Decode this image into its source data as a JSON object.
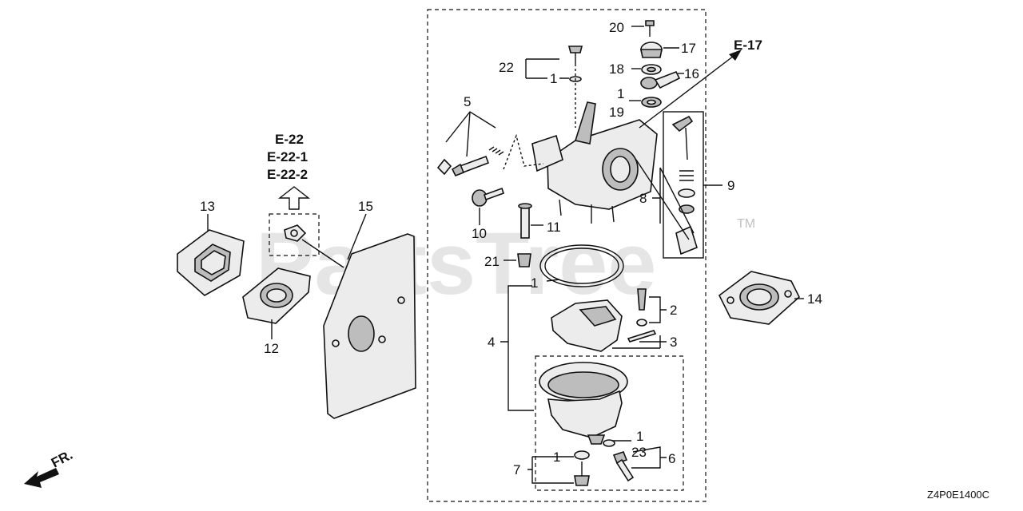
{
  "watermark": "PartsTree",
  "trademark": "TM",
  "diagram_code": "Z4P0E1400C",
  "direction_label": "FR.",
  "references": {
    "e17": "E-17",
    "e22": "E-22",
    "e22_1": "E-22-1",
    "e22_2": "E-22-2"
  },
  "callouts": [
    {
      "id": "c1a",
      "text": "1"
    },
    {
      "id": "c1b",
      "text": "1"
    },
    {
      "id": "c1c",
      "text": "1"
    },
    {
      "id": "c1d",
      "text": "1"
    },
    {
      "id": "c1e",
      "text": "1"
    },
    {
      "id": "c2",
      "text": "2"
    },
    {
      "id": "c3",
      "text": "3"
    },
    {
      "id": "c4",
      "text": "4"
    },
    {
      "id": "c5",
      "text": "5"
    },
    {
      "id": "c6",
      "text": "6"
    },
    {
      "id": "c7",
      "text": "7"
    },
    {
      "id": "c8",
      "text": "8"
    },
    {
      "id": "c9",
      "text": "9"
    },
    {
      "id": "c10",
      "text": "10"
    },
    {
      "id": "c11",
      "text": "11"
    },
    {
      "id": "c12",
      "text": "12"
    },
    {
      "id": "c13",
      "text": "13"
    },
    {
      "id": "c14",
      "text": "14"
    },
    {
      "id": "c15",
      "text": "15"
    },
    {
      "id": "c16",
      "text": "16"
    },
    {
      "id": "c17",
      "text": "17"
    },
    {
      "id": "c18",
      "text": "18"
    },
    {
      "id": "c19",
      "text": "19"
    },
    {
      "id": "c20",
      "text": "20"
    },
    {
      "id": "c21",
      "text": "21"
    },
    {
      "id": "c22",
      "text": "22"
    },
    {
      "id": "c23",
      "text": "23"
    }
  ]
}
